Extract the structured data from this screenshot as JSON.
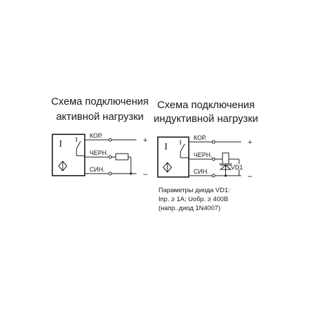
{
  "left_diagram": {
    "title_line1": "Схема подключения",
    "title_line2": "активной нагрузки",
    "sensor_symbol": "I",
    "wire_brown": "КОР.",
    "wire_black": "ЧЕРН.",
    "wire_blue": "СИН.",
    "plus": "+",
    "minus": "–"
  },
  "right_diagram": {
    "title_line1": "Схема подключения",
    "title_line2": "индуктивной нагрузки",
    "sensor_symbol": "I",
    "wire_brown": "КОР.",
    "wire_black": "ЧЕРН.",
    "wire_blue": "СИН.",
    "plus": "+",
    "minus": "–",
    "diode_label": "VD1"
  },
  "diode_note": {
    "line1": "Параметры диода VD1:",
    "line2": "Iпр. ≥ 1A; Uобр. ≥ 400B",
    "line3": "(напр. диод 1N4007)"
  }
}
